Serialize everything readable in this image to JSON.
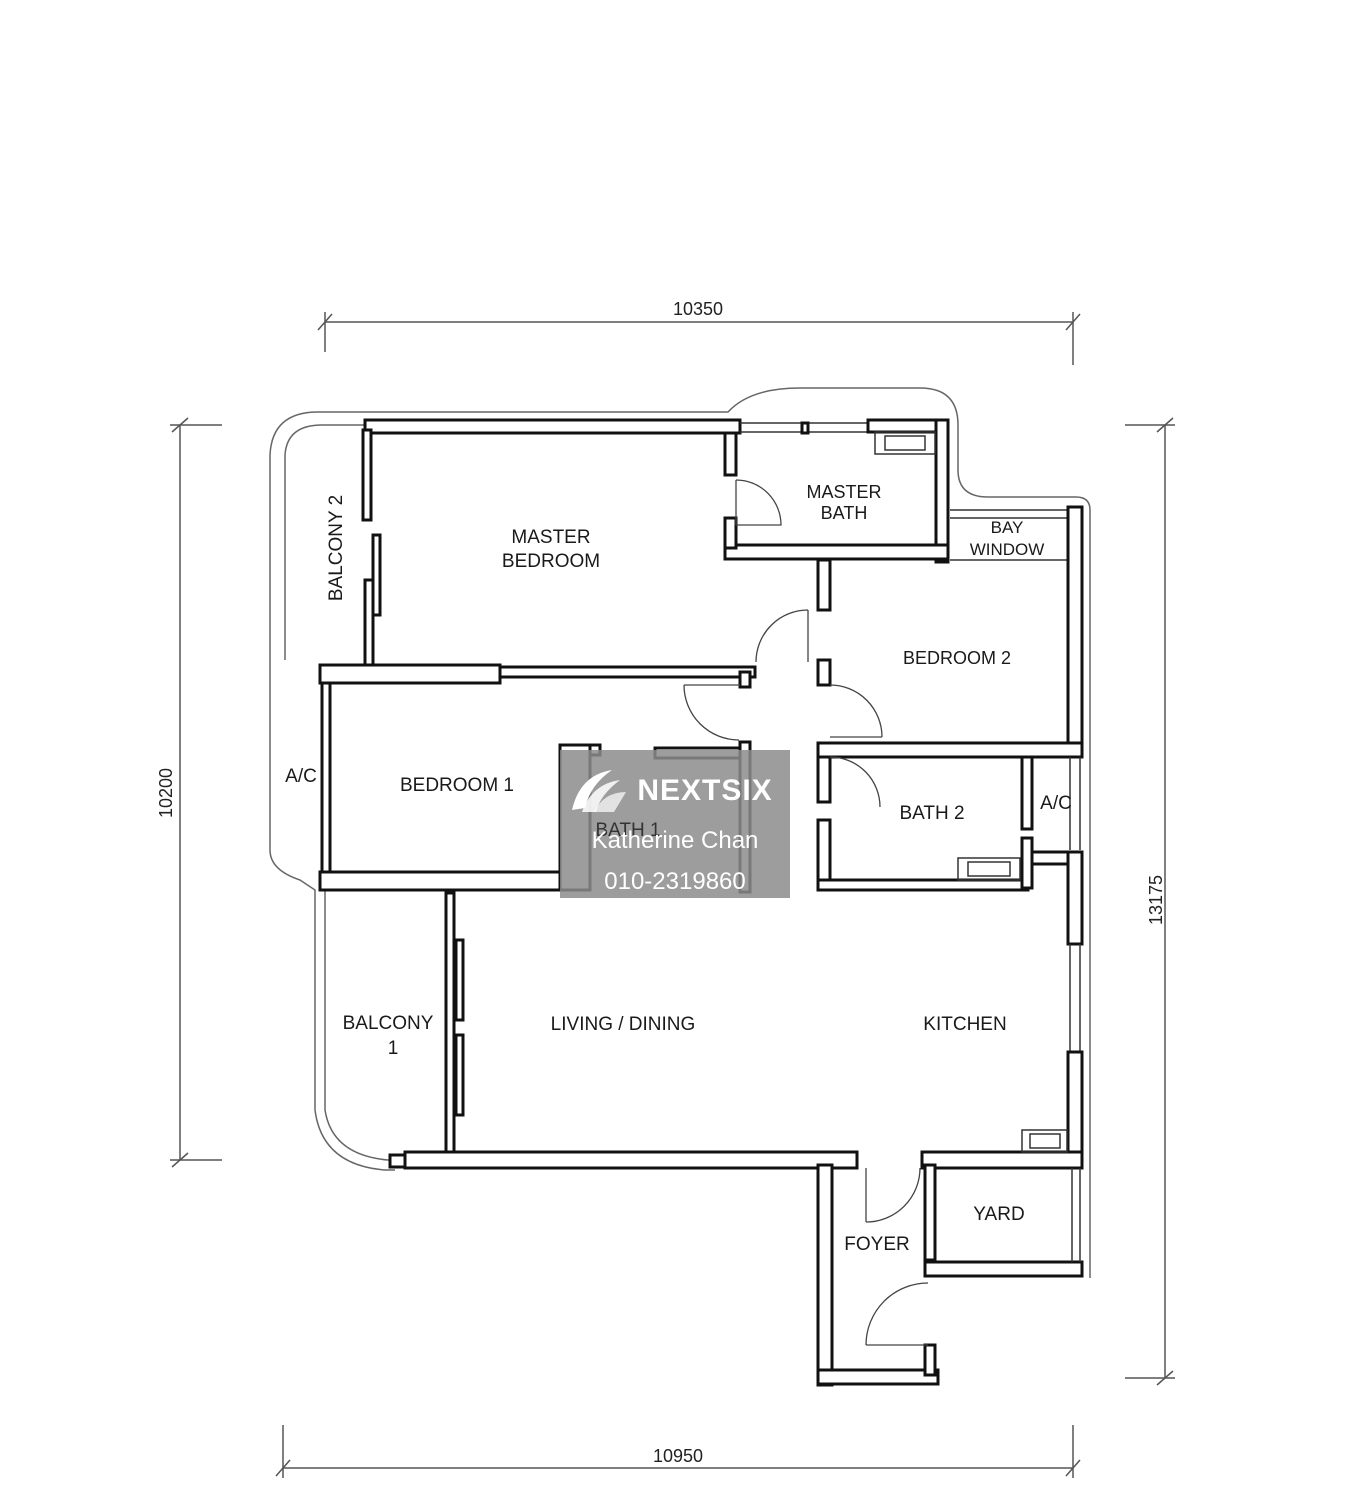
{
  "dimensions": {
    "top": "10350",
    "bottom": "10950",
    "left": "10200",
    "right": "13175"
  },
  "rooms": {
    "balcony_2": "BALCONY 2",
    "master_bedroom_line1": "MASTER",
    "master_bedroom_line2": "BEDROOM",
    "master_bath_line1": "MASTER",
    "master_bath_line2": "BATH",
    "bay_window_line1": "BAY",
    "bay_window_line2": "WINDOW",
    "bedroom_2": "BEDROOM 2",
    "bedroom_1": "BEDROOM 1",
    "ac_left": "A/C",
    "ac_right": "A/C",
    "bath_1": "BATH 1",
    "bath_2": "BATH 2",
    "balcony_1_line1": "BALCONY",
    "balcony_1_line2": "1",
    "living_dining": "LIVING / DINING",
    "kitchen": "KITCHEN",
    "foyer": "FOYER",
    "yard": "YARD"
  },
  "watermark": {
    "brand": "NEXTSIX",
    "agent": "Katherine Chan",
    "phone": "010-2319860",
    "background": "#8c8c8c"
  },
  "colors": {
    "wall": "#111111",
    "background": "#ffffff"
  }
}
